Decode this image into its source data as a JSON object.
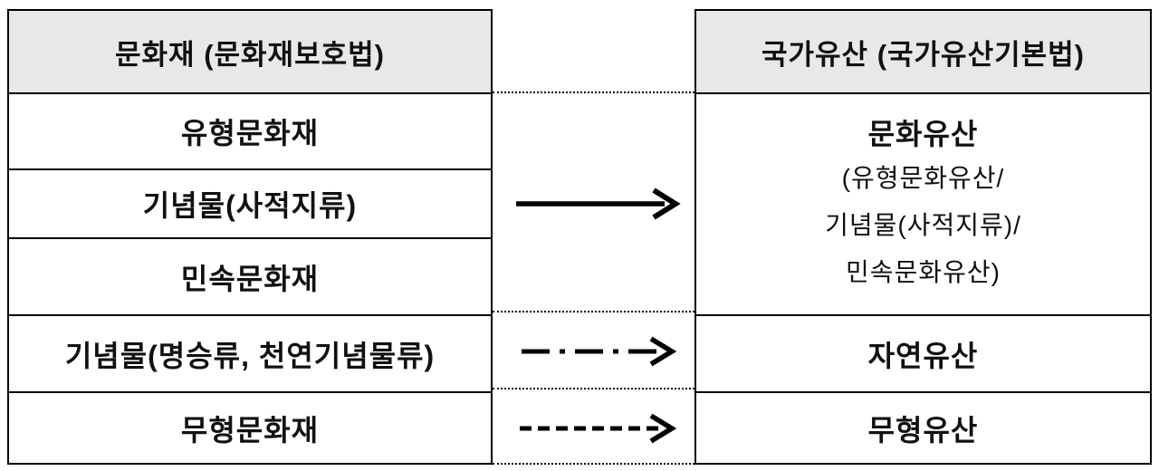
{
  "left_table": {
    "header": "문화재 (문화재보호법)",
    "rows": [
      "유형문화재",
      "기념물(사적지류)",
      "민속문화재",
      "기념물(명승류, 천연기념물류)",
      "무형문화재"
    ]
  },
  "right_table": {
    "header": "국가유산 (국가유산기본법)",
    "cells": [
      {
        "title": "문화유산",
        "subtitle_lines": [
          "(유형문화유산/",
          "기념물(사적지류)/",
          "민속문화유산)"
        ]
      },
      {
        "title": "자연유산"
      },
      {
        "title": "무형유산"
      }
    ]
  },
  "arrows": [
    {
      "style": "solid"
    },
    {
      "style": "dash-dot"
    },
    {
      "style": "dashed"
    }
  ],
  "colors": {
    "header_bg": "#e8e8e8",
    "border": "#000000",
    "text": "#111111",
    "background": "#ffffff"
  }
}
